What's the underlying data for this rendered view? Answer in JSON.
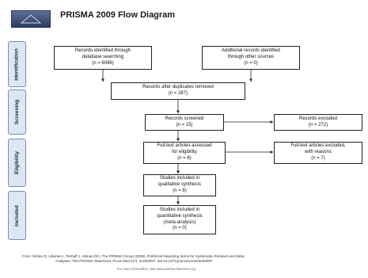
{
  "title": "PRISMA 2009 Flow Diagram",
  "stages": [
    "Identification",
    "Screening",
    "Eligibility",
    "Included"
  ],
  "boxes": {
    "db_search": [
      "Records identified through",
      "database searching",
      "(n = 6086)"
    ],
    "other_sources": [
      "Additional records identified",
      "through other sources",
      "(n = 0)"
    ],
    "after_duplicates": [
      "Records after duplicates removed",
      "(n = 287)"
    ],
    "screened": [
      "Records screened",
      "(n = 15)"
    ],
    "excluded": [
      "Records excluded",
      "(n = 272)"
    ],
    "fulltext_assessed": [
      "Full-text articles assessed",
      "for eligibility",
      "(n = 8)"
    ],
    "fulltext_excluded": [
      "Full-text articles excluded,",
      "with reasons",
      "(n = 7)"
    ],
    "qualitative": [
      "Studies included in",
      "qualitative synthesis",
      "(n = 8)"
    ],
    "quantitative": [
      "Studies included in",
      "quantitative synthesis",
      "(meta-analysis)",
      "(n = 0)"
    ]
  },
  "footer": {
    "line1": "From: Moher D, Liberati A, Tetzlaff J, Altman DG, The PRISMA Group (2009). Preferred Reporting Items for Systematic Reviews and Meta-",
    "line2": "Analyses: The PRISMA Statement. PLoS Med 6(7): e1000097. doi:10.1371/journal.pmed1000097",
    "line3": "For more information, visit www.prisma-statement.org."
  },
  "colors": {
    "stage_fill": "#dde6f2",
    "stage_border": "#6f8fbc",
    "box_border": "#222222",
    "logo": "#3a4a72"
  }
}
